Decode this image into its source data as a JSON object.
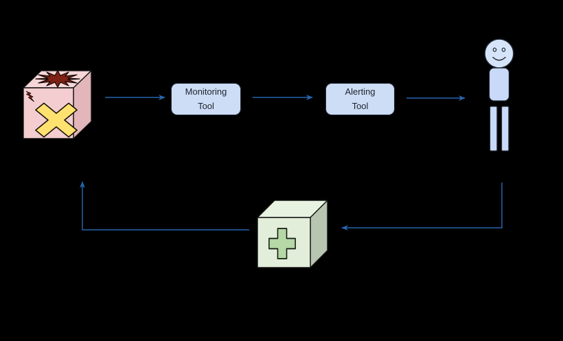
{
  "background_color": "#000000",
  "connector_color": "#2565ae",
  "nodes": {
    "broken_system_cube": {
      "type": "3d-cube",
      "faces": {
        "front": "#f3cdcf",
        "top": "#f6d6d7",
        "side": "#e2b6ba"
      },
      "icons": {
        "explosion": {
          "name": "explosion-icon",
          "color": "#7c2113"
        },
        "lightning": {
          "name": "lightning-bolt-icon",
          "color": "#7c2113"
        },
        "x_mark": {
          "name": "x-mark-icon",
          "color": "#ffe170"
        }
      }
    },
    "monitoring_tool": {
      "label": "Monitoring Tool",
      "lines": [
        "Monitoring",
        "Tool"
      ],
      "fill": "#cdddf6",
      "text_color": "#1d222b"
    },
    "alerting_tool": {
      "label": "Alerting Tool",
      "lines": [
        "Alerting",
        "Tool"
      ],
      "fill": "#cdddf6",
      "text_color": "#1d222b"
    },
    "person": {
      "type": "stick-figure",
      "icon": "smiley-face-icon",
      "head_fill": "#d6e4fa",
      "body_fill": "#c9daf8"
    },
    "fix_cube": {
      "type": "3d-cube",
      "faces": {
        "front": "#e2eeda",
        "top": "#e8f2e0",
        "side": "#b8c5b0"
      },
      "icon": {
        "name": "plus-icon",
        "color": "#b5d8a6"
      }
    }
  },
  "connectors": [
    {
      "from": "broken-system-cube",
      "to": "monitoring-tool",
      "style": "straight-arrow-right"
    },
    {
      "from": "monitoring-tool",
      "to": "alerting-tool",
      "style": "straight-arrow-right"
    },
    {
      "from": "alerting-tool",
      "to": "person",
      "style": "straight-arrow-right"
    },
    {
      "from": "person",
      "to": "fix-cube",
      "style": "elbow-down-then-left"
    },
    {
      "from": "fix-cube",
      "to": "broken-system-cube",
      "style": "elbow-left-then-up"
    }
  ]
}
